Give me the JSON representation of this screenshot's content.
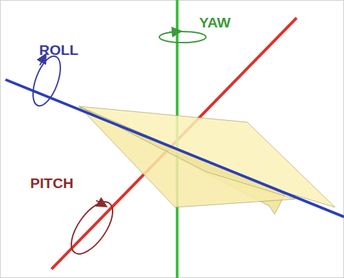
{
  "diagram": {
    "labels": [
      "ROLL",
      "YAW",
      "PITCH"
    ]
  }
}
